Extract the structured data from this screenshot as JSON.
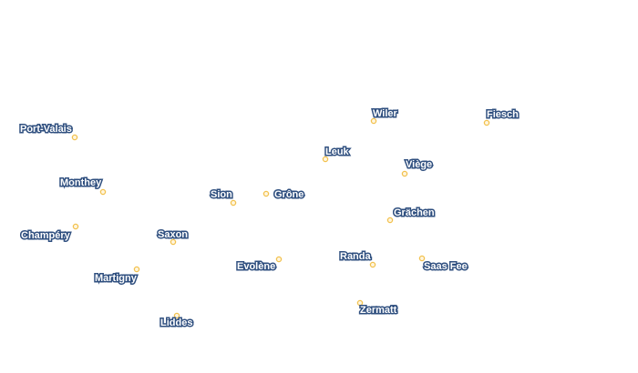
{
  "map": {
    "marker_color": "#f2c14e",
    "marker_fill": "#fff6df",
    "label_color": "#ffffff",
    "label_halo_color": "#2f4f7f",
    "places": [
      {
        "id": "port-valais",
        "name": "Port-Valais"
      },
      {
        "id": "monthey",
        "name": "Monthey"
      },
      {
        "id": "champery",
        "name": "Champéry"
      },
      {
        "id": "martigny",
        "name": "Martigny"
      },
      {
        "id": "saxon",
        "name": "Saxon"
      },
      {
        "id": "sion",
        "name": "Sion"
      },
      {
        "id": "grone",
        "name": "Grône"
      },
      {
        "id": "evolene",
        "name": "Evolène"
      },
      {
        "id": "liddes",
        "name": "Liddes"
      },
      {
        "id": "leuk",
        "name": "Leuk"
      },
      {
        "id": "wiler",
        "name": "Wiler"
      },
      {
        "id": "fiesch",
        "name": "Fiesch"
      },
      {
        "id": "viege",
        "name": "Viège"
      },
      {
        "id": "grachen",
        "name": "Grächen"
      },
      {
        "id": "randa",
        "name": "Randa"
      },
      {
        "id": "saas-fee",
        "name": "Saas Fee"
      },
      {
        "id": "zermatt",
        "name": "Zermatt"
      }
    ]
  }
}
